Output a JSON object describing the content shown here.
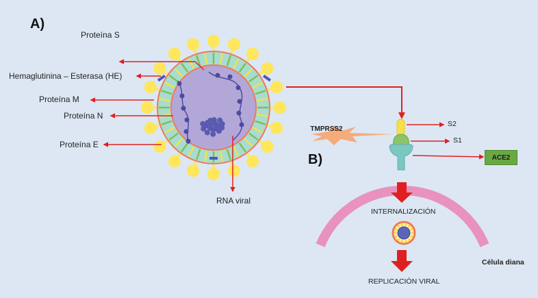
{
  "panels": {
    "a_label": "A)",
    "b_label": "B)"
  },
  "virus_labels": {
    "protein_s": "Proteína S",
    "he": "Hemaglutinina – Esterasa (HE)",
    "protein_m": "Proteína M",
    "protein_n": "Proteína N",
    "protein_e": "Proteína E",
    "rna": "RNA viral"
  },
  "entry_labels": {
    "tmprss2": "TMPRSS2",
    "s2": "S2",
    "s1": "S1",
    "ace2": "ACE2",
    "internalization": "INTERNALIZACIÓN",
    "replication": "REPLICACIÓN VIRAL",
    "target_cell": "Célula diana"
  },
  "colors": {
    "background": "#dce7f3",
    "arrow": "#e02020",
    "spike": "#ffe65a",
    "capsid": "#b3a7d8",
    "nucleocapsid": "#5a5ab0",
    "membrane": "#e892bd",
    "ace2": "#6aa843"
  }
}
